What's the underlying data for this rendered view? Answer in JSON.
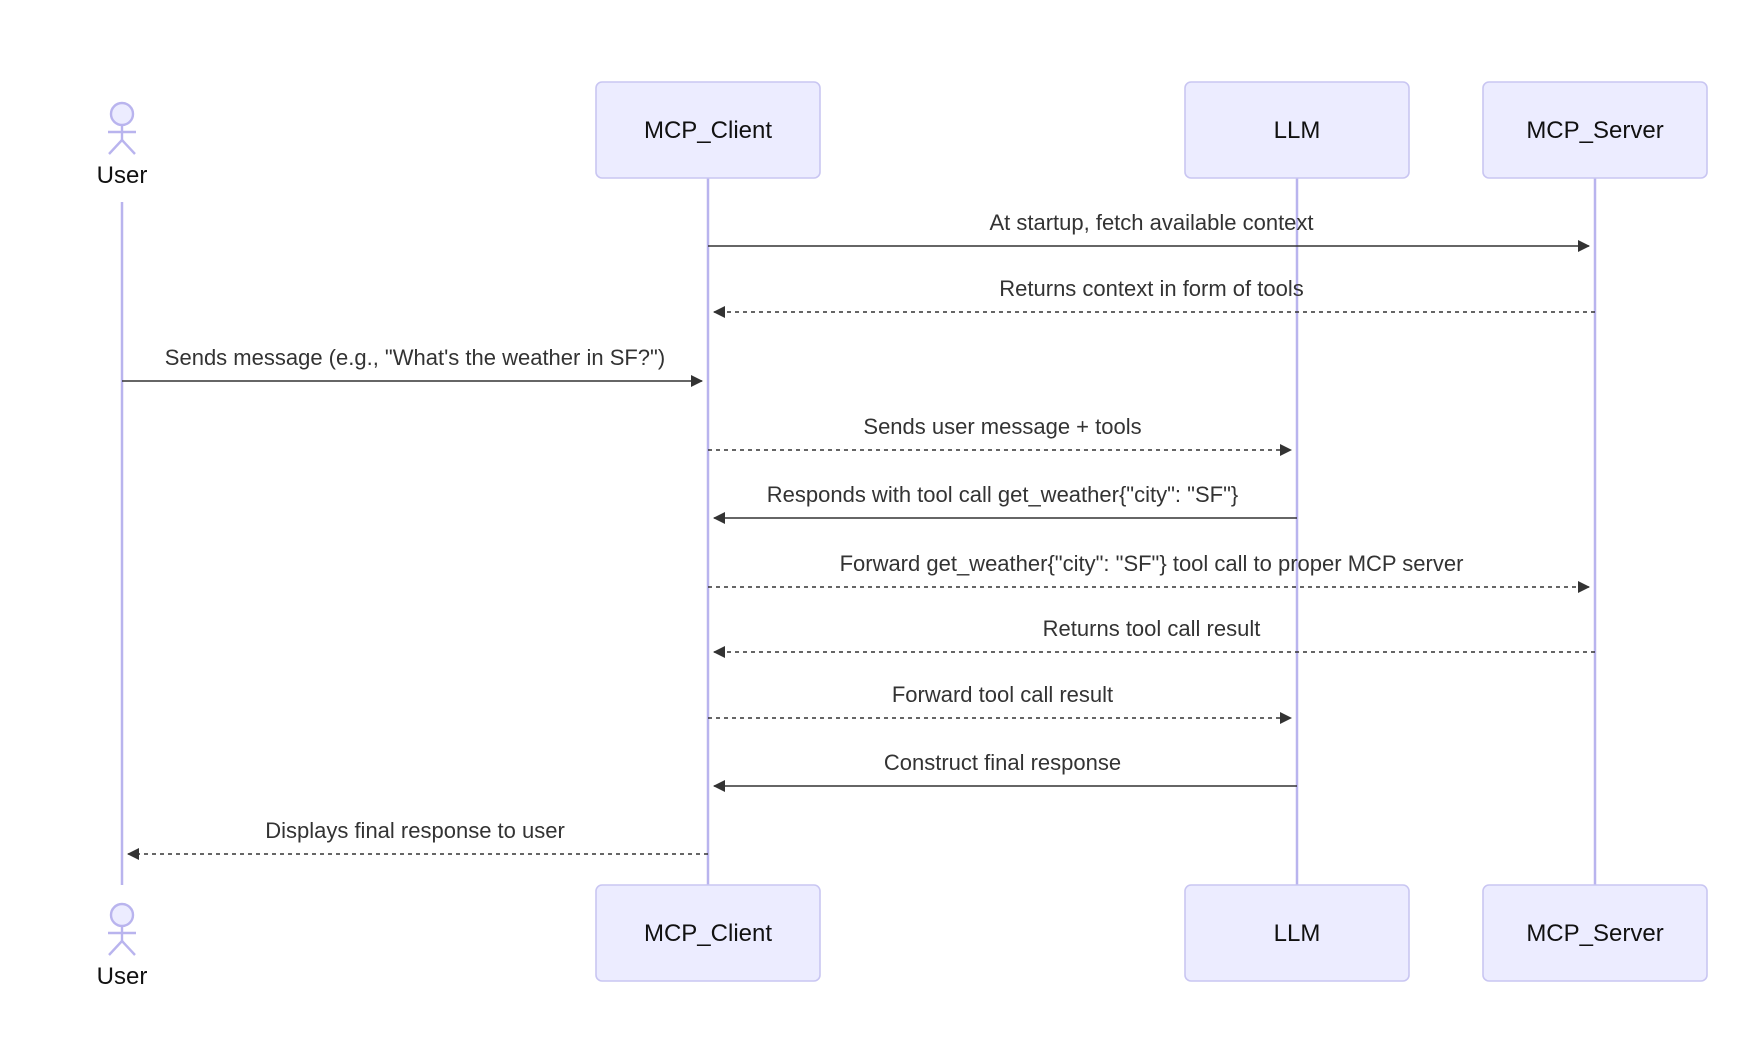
{
  "participants": [
    {
      "id": "user",
      "label": "User",
      "kind": "actor"
    },
    {
      "id": "client",
      "label": "MCP_Client",
      "kind": "box"
    },
    {
      "id": "llm",
      "label": "LLM",
      "kind": "box"
    },
    {
      "id": "server",
      "label": "MCP_Server",
      "kind": "box"
    }
  ],
  "messages": [
    {
      "from": "client",
      "to": "server",
      "text": "At startup, fetch available context",
      "style": "solid"
    },
    {
      "from": "server",
      "to": "client",
      "text": "Returns context in form of tools",
      "style": "dashed"
    },
    {
      "from": "user",
      "to": "client",
      "text": "Sends message (e.g., \"What's the weather in SF?\")",
      "style": "solid"
    },
    {
      "from": "client",
      "to": "llm",
      "text": "Sends user message + tools",
      "style": "dashed"
    },
    {
      "from": "llm",
      "to": "client",
      "text": "Responds with tool call get_weather{\"city\": \"SF\"}",
      "style": "solid"
    },
    {
      "from": "client",
      "to": "server",
      "text": "Forward get_weather{\"city\": \"SF\"} tool call to proper MCP server",
      "style": "dashed"
    },
    {
      "from": "server",
      "to": "client",
      "text": "Returns tool call result",
      "style": "dashed"
    },
    {
      "from": "client",
      "to": "llm",
      "text": "Forward tool call result",
      "style": "dashed"
    },
    {
      "from": "llm",
      "to": "client",
      "text": "Construct final response",
      "style": "solid"
    },
    {
      "from": "client",
      "to": "user",
      "text": "Displays final response to user",
      "style": "dashed"
    }
  ],
  "colors": {
    "actor_fill": "#ECECFF",
    "actor_stroke": "#C9C6F2",
    "lifeline": "#B9B4EE",
    "message": "#333333"
  }
}
